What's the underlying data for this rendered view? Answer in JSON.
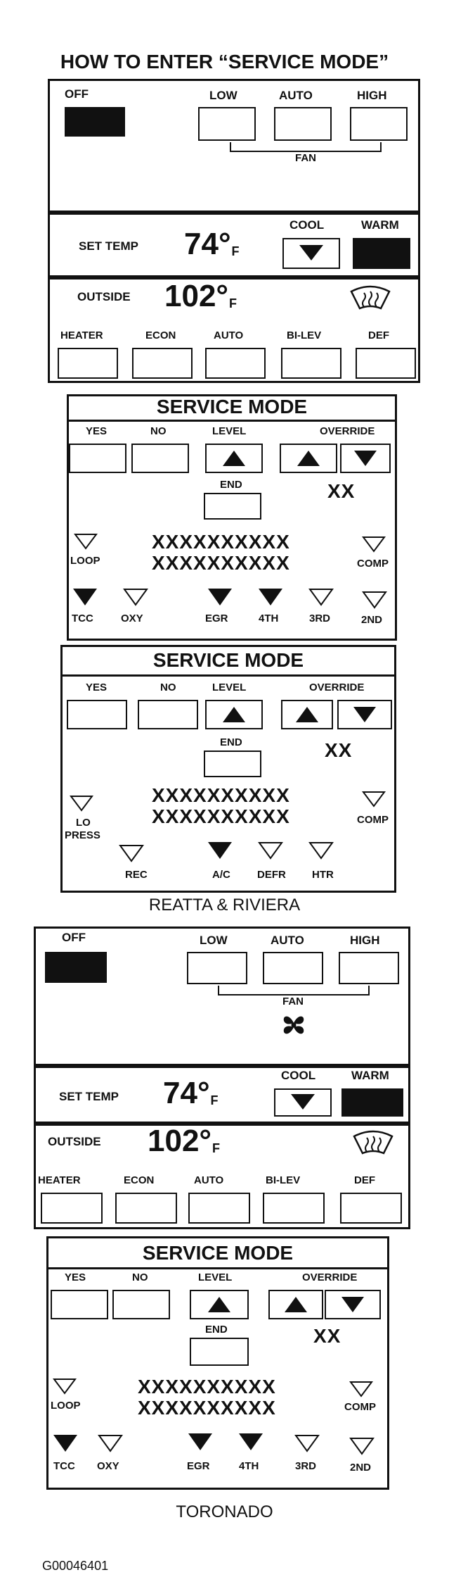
{
  "heading": "HOW TO ENTER “SERVICE MODE”",
  "climate": {
    "off_label": "OFF",
    "fan_buttons": [
      "LOW",
      "AUTO",
      "HIGH"
    ],
    "fan_label": "FAN",
    "set_temp_label": "SET TEMP",
    "set_temp_value": "74°",
    "temp_unit": "F",
    "cool_label": "COOL",
    "warm_label": "WARM",
    "outside_label": "OUTSIDE",
    "outside_value": "102°",
    "mode_buttons": [
      "HEATER",
      "ECON",
      "AUTO",
      "BI-LEV",
      "DEF"
    ]
  },
  "service_mode": {
    "title": "SERVICE MODE",
    "yes_label": "YES",
    "no_label": "NO",
    "level_label": "LEVEL",
    "override_label": "OVERRIDE",
    "end_label": "END",
    "xx_value": "XX",
    "display_line1": "XXXXXXXXXX",
    "display_line2": "XXXXXXXXXX",
    "engine_indicators": [
      "TCC",
      "OXY",
      "EGR",
      "4TH",
      "3RD",
      "2ND"
    ],
    "loop_label": "LOOP",
    "comp_label": "COMP",
    "lo_label": "LO",
    "press_label": "PRESS",
    "hvac_indicators": [
      "REC",
      "A/C",
      "DEFR",
      "HTR"
    ]
  },
  "captions": {
    "reatta": "REATTA & RIVIERA",
    "toronado": "TORONADO",
    "figure_id": "G00046401"
  }
}
